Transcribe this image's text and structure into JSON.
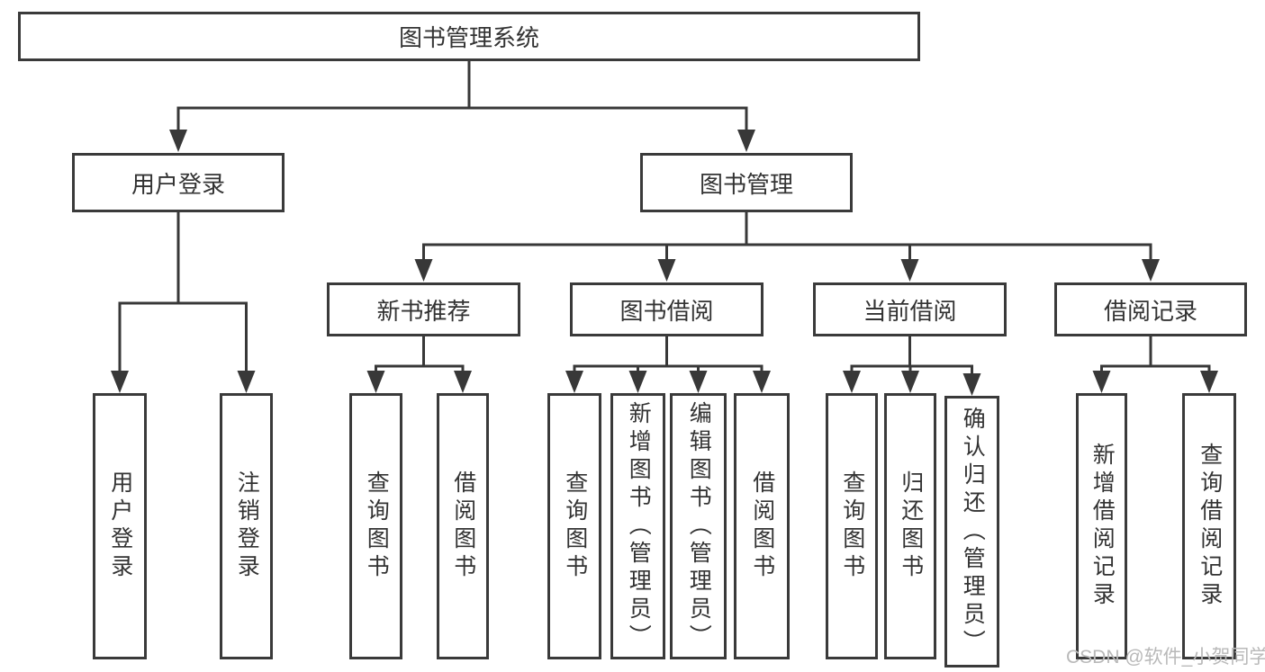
{
  "page_title": "图书管理系统",
  "tree": {
    "label": "图书管理系统",
    "children": [
      {
        "label": "用户登录",
        "children": [
          {
            "label": "用户登录"
          },
          {
            "label": "注销登录"
          }
        ]
      },
      {
        "label": "图书管理",
        "children": [
          {
            "label": "新书推荐",
            "children": [
              {
                "label": "查询图书"
              },
              {
                "label": "借阅图书"
              }
            ]
          },
          {
            "label": "图书借阅",
            "children": [
              {
                "label": "查询图书"
              },
              {
                "label": "新增图书（管理员）"
              },
              {
                "label": "编辑图书（管理员）"
              },
              {
                "label": "借阅图书"
              }
            ]
          },
          {
            "label": "当前借阅",
            "children": [
              {
                "label": "查询图书"
              },
              {
                "label": "归还图书"
              },
              {
                "label": "确认归还（管理员）"
              }
            ]
          },
          {
            "label": "借阅记录",
            "children": [
              {
                "label": "新增借阅记录"
              },
              {
                "label": "查询借阅记录"
              }
            ]
          }
        ]
      }
    ]
  },
  "watermark": {
    "text": "CSDN @软件_小贺同学"
  },
  "colors": {
    "line": "#383838",
    "box_border": "#3a3a3a",
    "text": "#333333",
    "background": "#ffffff",
    "watermark": "#b9b9b9"
  }
}
